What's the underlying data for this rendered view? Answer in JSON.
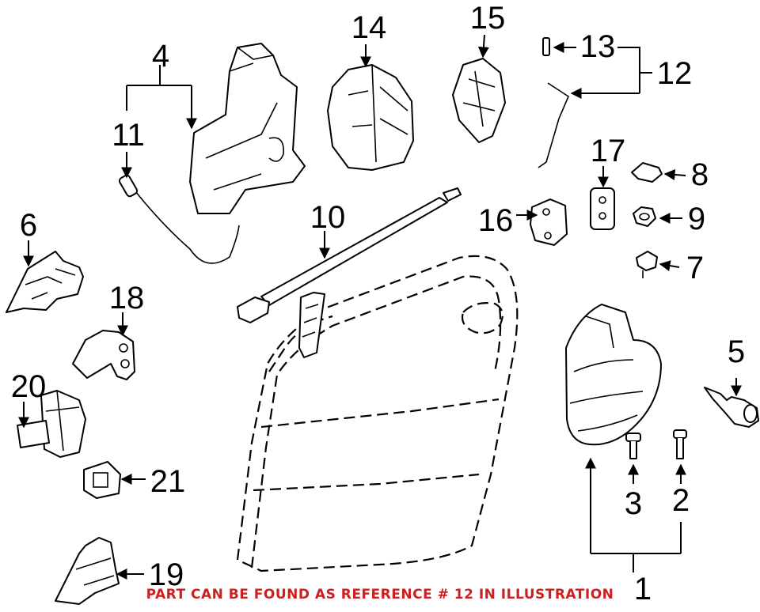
{
  "callouts": {
    "c1": "1",
    "c2": "2",
    "c3": "3",
    "c4": "4",
    "c5": "5",
    "c6": "6",
    "c7": "7",
    "c8": "8",
    "c9": "9",
    "c10": "10",
    "c11": "11",
    "c12": "12",
    "c13": "13",
    "c14": "14",
    "c15": "15",
    "c16": "16",
    "c17": "17",
    "c18": "18",
    "c19": "19",
    "c20": "20",
    "c21": "21"
  },
  "note": "PART CAN BE FOUND AS REFERENCE # 12 IN ILLUSTRATION",
  "note_color": "#cc1f1f"
}
